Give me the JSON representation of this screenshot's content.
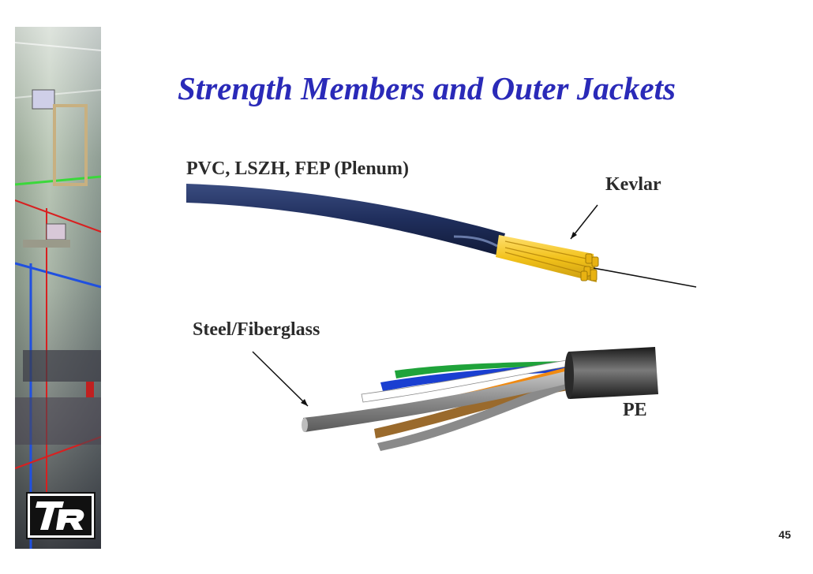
{
  "slide": {
    "title": "Strength Members and Outer Jackets",
    "page_number": "45"
  },
  "labels": {
    "jacket_materials": "PVC, LSZH, FEP (Plenum)",
    "kevlar": "Kevlar",
    "steel_fiberglass": "Steel/Fiberglass",
    "pe": "PE"
  },
  "colors": {
    "title": "#2a2ab8",
    "cable_jacket": "#1f2e5c",
    "kevlar": "#f2c21a",
    "pe_jacket": "#3a3a3a",
    "wire_green": "#1fa33a",
    "wire_blue": "#1a3fd1",
    "wire_white": "#ffffff",
    "wire_orange": "#f08a12",
    "wire_brown": "#9a6a2c",
    "wire_gray": "#8a8a8a"
  },
  "icons": {
    "logo": "tr-logo-icon"
  }
}
